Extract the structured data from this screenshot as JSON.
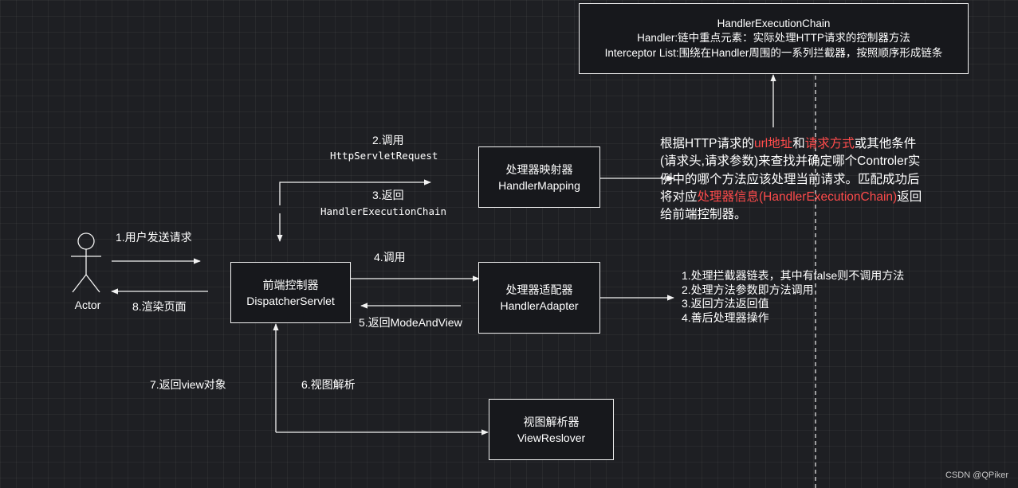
{
  "actor": {
    "label": "Actor"
  },
  "boxes": {
    "chain": {
      "line1": "HandlerExecutionChain",
      "line2": "Handler:链中重点元素：实际处理HTTP请求的控制器方法",
      "line3": "Interceptor List:围绕在Handler周围的一系列拦截器，按照顺序形成链条"
    },
    "mapping": {
      "line1": "处理器映射器",
      "line2": "HandlerMapping"
    },
    "dispatcher": {
      "line1": "前端控制器",
      "line2": "DispatcherServlet"
    },
    "adapter": {
      "line1": "处理器适配器",
      "line2": "HandlerAdapter"
    },
    "resolver": {
      "line1": "视图解析器",
      "line2": "ViewReslover"
    }
  },
  "labels": {
    "step1": "1.用户发送请求",
    "step2": "2.调用",
    "step2_sub": "HttpServletRequest",
    "step3": "3.返回",
    "step3_sub": "HandlerExecutionChain",
    "step4": "4.调用",
    "step5": "5.返回ModeAndView",
    "step6": "6.视图解析",
    "step7": "7.返回view对象",
    "step8": "8.渲染页面"
  },
  "mapping_note": {
    "l1_a": "根据HTTP请求的",
    "l1_b": "url地址",
    "l1_c": "和",
    "l1_d": "请求方式",
    "l1_e": "或其他条件",
    "l2": "(请求头,请求参数)来查找并确定哪个Controler实",
    "l3": "例中的哪个方法应该处理当前请求。匹配成功后",
    "l4_a": "将对应",
    "l4_b": "处理器信息(HandlerExecutionChain)",
    "l4_c": "返回",
    "l5": "给前端控制器。"
  },
  "adapter_note": {
    "items": [
      "1.处理拦截器链表，其中有false则不调用方法",
      "2.处理方法参数即方法调用",
      "3.返回方法返回值",
      "4.善后处理器操作"
    ]
  },
  "watermark": "CSDN @QPiker",
  "colors": {
    "background": "#1e1f23",
    "line": "#f2f2f2",
    "highlight": "#ff4b4b"
  }
}
